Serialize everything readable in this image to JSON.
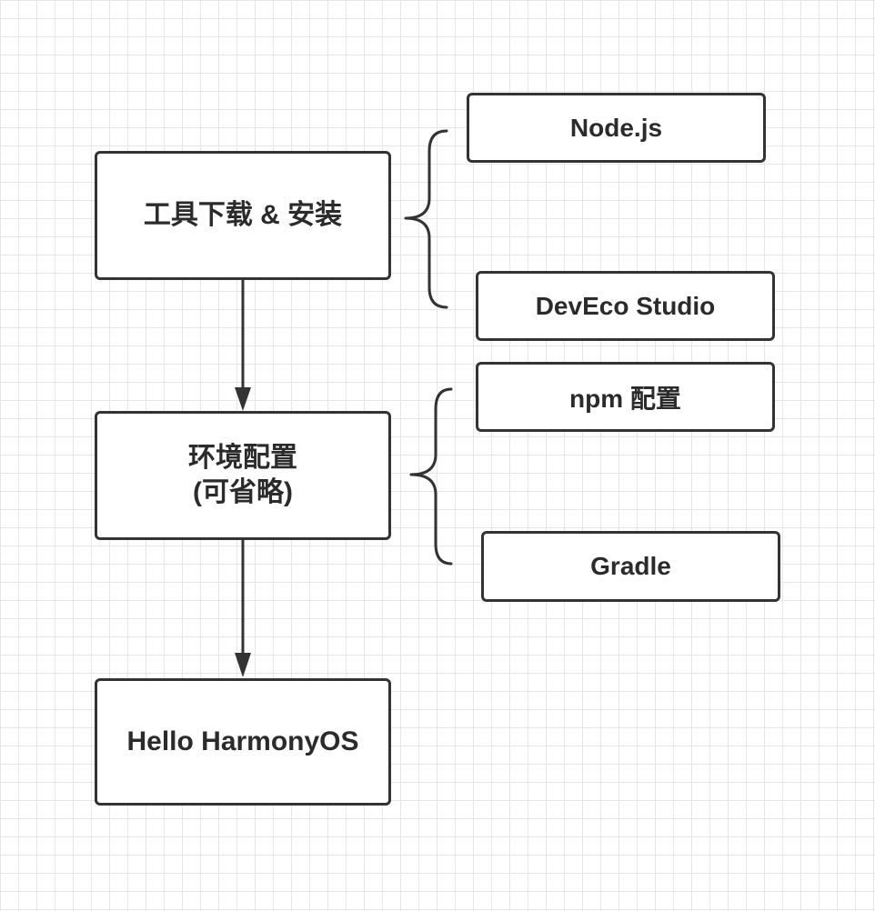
{
  "diagram": {
    "steps": [
      {
        "id": "install",
        "label": "工具下载 & 安装"
      },
      {
        "id": "env",
        "label": "环境配置\n(可省略)"
      },
      {
        "id": "hello",
        "label": "Hello HarmonyOS"
      }
    ],
    "install_items": [
      {
        "label": "Node.js"
      },
      {
        "label": "DevEco Studio"
      }
    ],
    "env_items": [
      {
        "label": "npm 配置"
      },
      {
        "label": "Gradle"
      }
    ],
    "edges": [
      {
        "from": "install",
        "to": "env"
      },
      {
        "from": "env",
        "to": "hello"
      }
    ],
    "groups": [
      {
        "parent": "install",
        "children": [
          "Node.js",
          "DevEco Studio"
        ]
      },
      {
        "parent": "env",
        "children": [
          "npm 配置",
          "Gradle"
        ]
      }
    ],
    "colors": {
      "stroke": "#333333",
      "text": "#2b2b2b",
      "background": "#ffffff",
      "grid": "#e6e6e6"
    }
  }
}
